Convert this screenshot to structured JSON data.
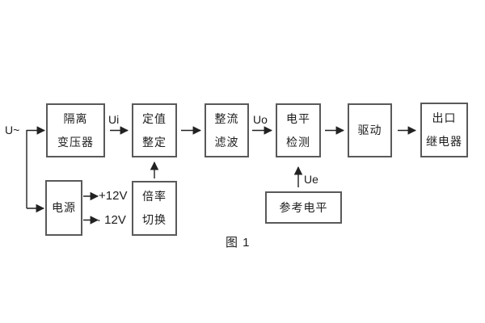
{
  "figure": {
    "caption": "图 1",
    "background_color": "#ffffff",
    "box_border_color": "#595959",
    "line_color": "#222222",
    "text_color": "#1d1d1d"
  },
  "blocks": [
    {
      "id": "isolation-transformer",
      "lines": [
        "隔离",
        "变压器"
      ]
    },
    {
      "id": "setpoint-setting",
      "lines": [
        "定值",
        "整定"
      ]
    },
    {
      "id": "rectifier-filter",
      "lines": [
        "整流",
        "滤波"
      ]
    },
    {
      "id": "level-detection",
      "lines": [
        "电平",
        "检测"
      ]
    },
    {
      "id": "drive",
      "lines": [
        "驱动"
      ]
    },
    {
      "id": "output-relay",
      "lines": [
        "出口",
        "继电器"
      ]
    },
    {
      "id": "power-supply",
      "lines": [
        "电源"
      ]
    },
    {
      "id": "ratio-switch",
      "lines": [
        "倍率",
        "切换"
      ]
    },
    {
      "id": "reference-level",
      "lines": [
        "参考电平"
      ]
    }
  ],
  "signal_labels": {
    "input": "U~",
    "ui": "Ui",
    "uo": "Uo",
    "ue": "Ue",
    "plus12v": "+12V",
    "minus12v": "· 12V"
  }
}
